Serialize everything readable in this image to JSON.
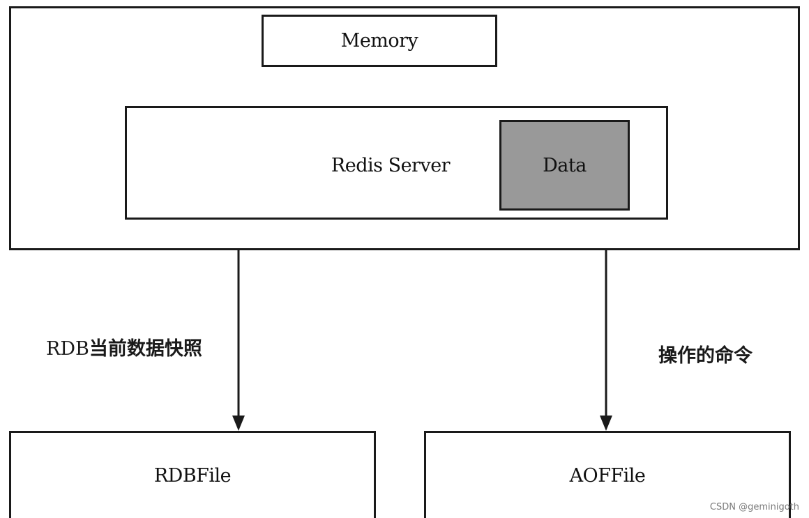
{
  "diagram": {
    "memory_label": "Memory",
    "server_label": "Redis Server",
    "data_label": "Data",
    "rdb_edge_label_prefix": "RDB",
    "rdb_edge_label_cn": "当前数据快照",
    "aof_edge_label": "操作的命令",
    "rdb_file_label": "RDBFile",
    "aof_file_label": "AOFFile"
  },
  "colors": {
    "stroke": "#1a1a1a",
    "data_fill": "#999999",
    "background": "#ffffff"
  },
  "watermark": "CSDN @geminigoth"
}
